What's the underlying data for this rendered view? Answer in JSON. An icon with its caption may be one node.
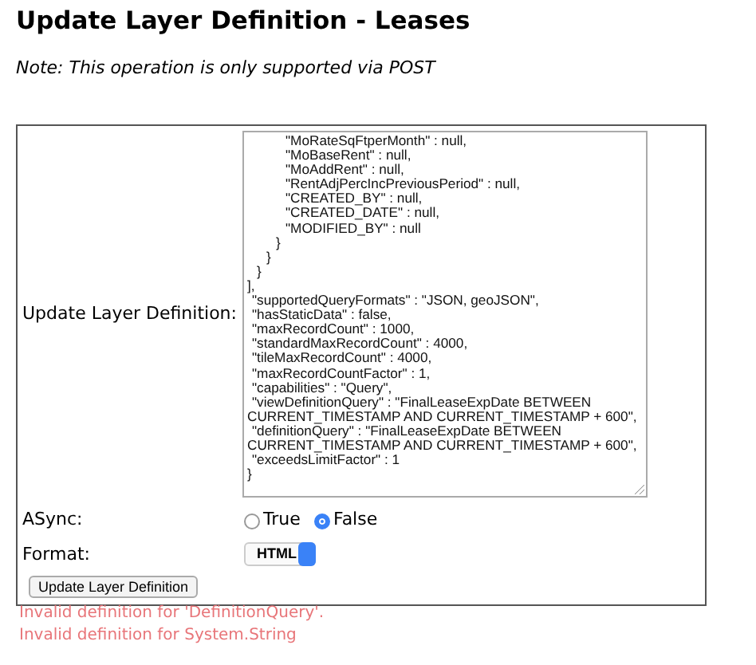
{
  "diagram": {
    "title": "Update Layer Definition - Leases",
    "labels": [
      "Note: This operation is only supported via POST",
      "Update Layer Definition:",
      "\"MoRateSqFtperMonth\" : null,",
      "\"MoBaseRent\" : null,",
      "\"MoAddRent\" : null,",
      "\"RentAdjPercIncPreviousPeriod\" : null,",
      "\"CREATED_BY\" : null,",
      "\"CREATED_DATE\" : null,",
      "\"MODIFIED_BY\" : null",
      "}",
      "}",
      "}",
      "],",
      "\"supportedQueryFormats\" : \"JSON, geoJSON\",",
      "\"hasStaticData\" : false,",
      "\"maxRecordCount\" : 1000,",
      "\"standardMaxRecordCount\" : 4000,",
      "\"tileMaxRecordCount\" : 4000,",
      "\"maxRecordCountFactor\" : 1,",
      "\"capabilities\" : \"Query\",",
      "\"viewDefinitionQuery\" : \"FinalLeaseExpDate BETWEEN CURRENT_TIMESTAMP AND CURRENT_TIMESTAMP + 600\",",
      "\"definitionQuery\" : \"FinalLeaseExpDate BETWEEN CURRENT_TIMESTAMP AND CURRENT_TIMESTAMP + 600\",",
      "\"exceedsLimitFactor\" : 1",
      "}",
      "ASync:",
      "True",
      "False",
      "Format:",
      "HTML",
      "Update Layer Definition",
      "Invalid definition for 'DefinitionQuery'.",
      "Invalid definition for System.String"
    ]
  }
}
